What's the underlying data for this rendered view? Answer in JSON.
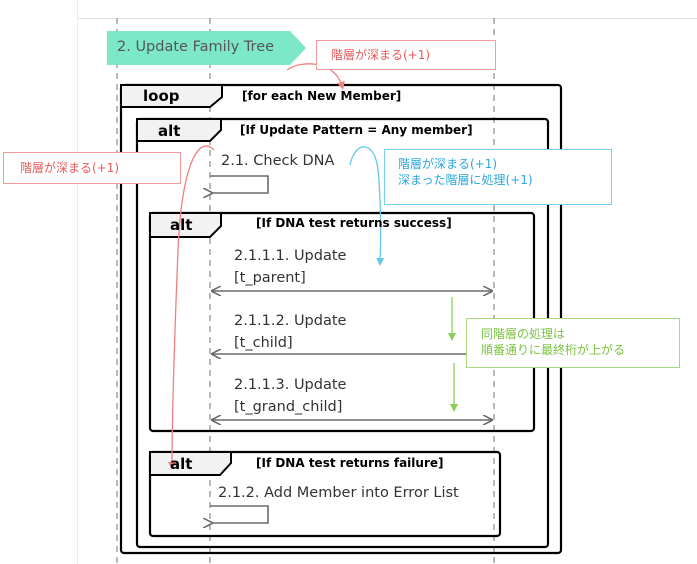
{
  "diagram": {
    "step_title": "2. Update Family Tree",
    "fragments": [
      {
        "keyword": "loop",
        "guard": "[for each New Member]"
      },
      {
        "keyword": "alt",
        "guard": "[If Update Pattern = Any member]"
      },
      {
        "keyword": "alt",
        "guard": "[If DNA test returns success]"
      },
      {
        "keyword": "alt",
        "guard": "[If DNA test returns failure]"
      }
    ],
    "messages": [
      {
        "line1": "2.1. Check DNA"
      },
      {
        "line1": "2.1.1.1. Update",
        "line2": "[t_parent]"
      },
      {
        "line1": "2.1.1.2. Update",
        "line2": "[t_child]"
      },
      {
        "line1": "2.1.1.3. Update",
        "line2": "[t_grand_child]"
      },
      {
        "line1": "2.1.2. Add Member into Error List"
      }
    ],
    "notes": {
      "red_top": "階層が深まる(+1)",
      "red_left": "階層が深まる(+1)",
      "blue_line1": "階層が深まる(+1)",
      "blue_line2": "深まった階層に処理(+1)",
      "green_line1": "同階層の処理は",
      "green_line2": "順番通りに最終桁が上がる"
    },
    "colors": {
      "note_red": "#e85a5a",
      "note_blue": "#2ba6de",
      "note_green": "#7cc241",
      "title_bg": "#6ee6c2",
      "arrow": "#6b6b6b"
    }
  }
}
